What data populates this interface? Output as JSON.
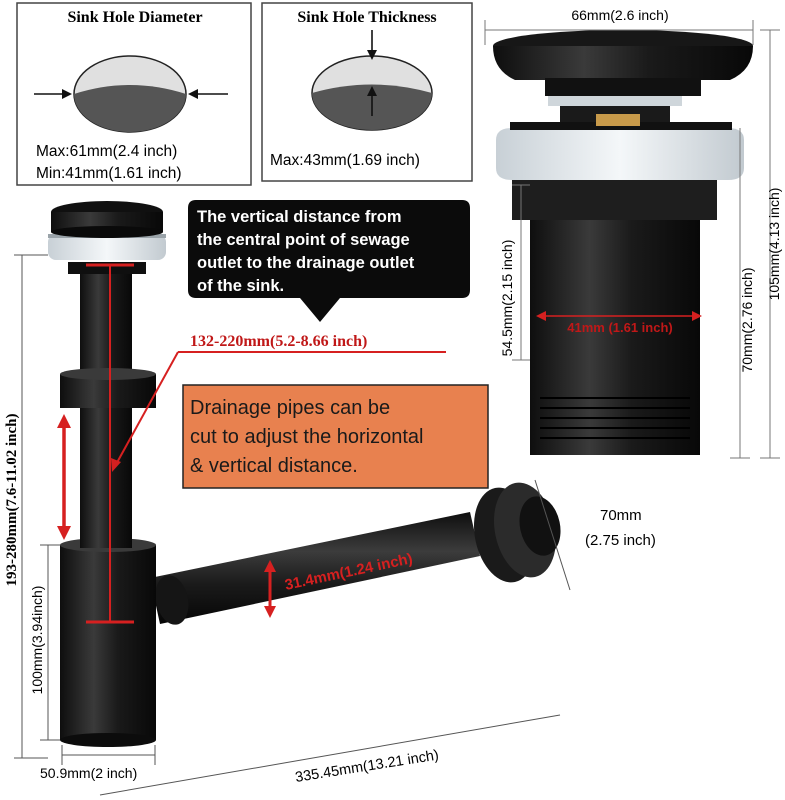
{
  "panels": {
    "diameter": {
      "title": "Sink Hole Diameter",
      "max": "Max:61mm(2.4 inch)",
      "min": "Min:41mm(1.61 inch)"
    },
    "thickness": {
      "title": "Sink Hole Thickness",
      "max": "Max:43mm(1.69 inch)"
    }
  },
  "callout": {
    "lines": [
      "The vertical distance from",
      "the central point of sewage",
      "outlet to the drainage outlet",
      "of the sink."
    ]
  },
  "note": {
    "lines": [
      "Drainage pipes can be",
      "cut to adjust the horizontal",
      "& vertical distance."
    ]
  },
  "dimensions": {
    "drain_vertical": "132-220mm(5.2-8.66 inch)",
    "total_height": "193-280mm(7.6-11.02 inch)",
    "trap_height": "100mm(3.94inch)",
    "trap_width": "50.9mm(2 inch)",
    "horizontal_length": "335.45mm(13.21 inch)",
    "pipe_diameter": "31.4mm(1.24 inch)",
    "flange_size": "70mm",
    "flange_size_inch": "(2.75 inch)",
    "cap_width": "66mm(2.6 inch)",
    "tail_height": "54.5mm(2.15 inch)",
    "body_height": "70mm(2.76 inch)",
    "full_height": "105mm(4.13 inch)",
    "tail_diameter": "41mm (1.61 inch)"
  },
  "colors": {
    "accent_red": "#d62020",
    "note_orange": "#e8814f",
    "product_black": "#1c1c1c",
    "gasket_white": "#e6ebef"
  }
}
